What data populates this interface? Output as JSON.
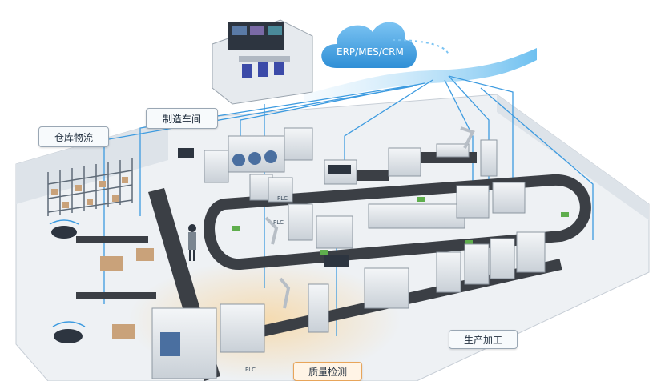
{
  "cloud": {
    "label": "ERP/MES/CRM"
  },
  "zones": {
    "warehouse": "仓库物流",
    "workshop": "制造车间",
    "production": "生产加工",
    "inspection": "质量检测"
  },
  "plc_labels": [
    "PLC",
    "PLC",
    "PLC"
  ],
  "colors": {
    "cloud": "#4aa6e3",
    "data_lines": "#3d9be0",
    "conveyor": "#3b3f45",
    "floor": "#eef1f4",
    "accent_orange": "#e8a55a"
  }
}
